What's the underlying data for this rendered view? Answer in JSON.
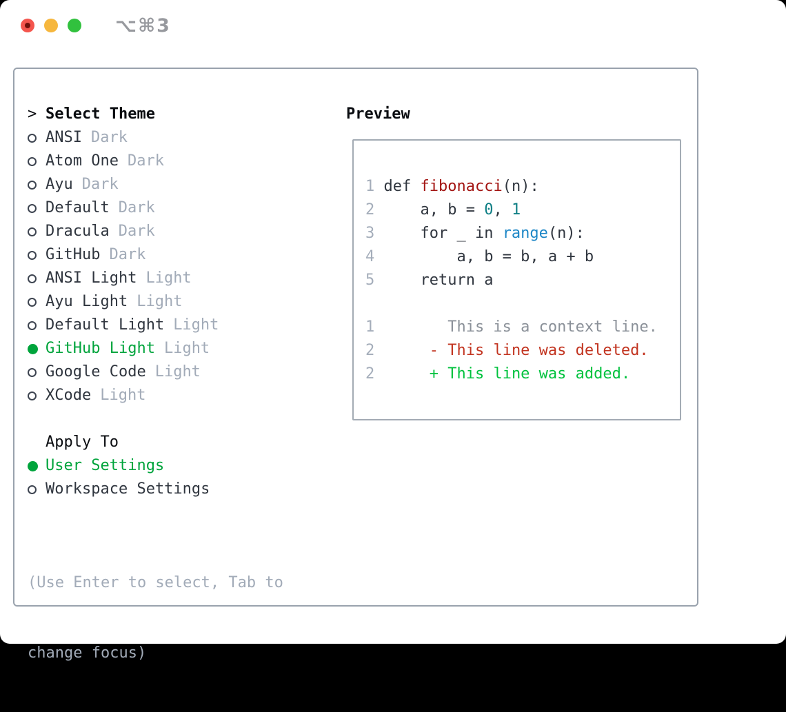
{
  "window": {
    "title_shortcut": "⌥⌘3"
  },
  "picker": {
    "prompt": ">",
    "title": "Select Theme",
    "themes": [
      {
        "name": "ANSI",
        "tag": "Dark",
        "selected": false
      },
      {
        "name": "Atom One",
        "tag": "Dark",
        "selected": false
      },
      {
        "name": "Ayu",
        "tag": "Dark",
        "selected": false
      },
      {
        "name": "Default",
        "tag": "Dark",
        "selected": false
      },
      {
        "name": "Dracula",
        "tag": "Dark",
        "selected": false
      },
      {
        "name": "GitHub",
        "tag": "Dark",
        "selected": false
      },
      {
        "name": "ANSI Light",
        "tag": "Light",
        "selected": false
      },
      {
        "name": "Ayu Light",
        "tag": "Light",
        "selected": false
      },
      {
        "name": "Default Light",
        "tag": "Light",
        "selected": false
      },
      {
        "name": "GitHub Light",
        "tag": "Light",
        "selected": true
      },
      {
        "name": "Google Code",
        "tag": "Light",
        "selected": false
      },
      {
        "name": "XCode",
        "tag": "Light",
        "selected": false
      }
    ],
    "apply_to_title": "Apply To",
    "apply_options": [
      {
        "name": "User Settings",
        "selected": true
      },
      {
        "name": "Workspace Settings",
        "selected": false
      }
    ],
    "hint_line1": "(Use Enter to select, Tab to",
    "hint_line2": "change focus)"
  },
  "preview": {
    "title": "Preview",
    "code_lines": [
      {
        "num": "1",
        "segments": [
          [
            " def ",
            "plain"
          ],
          [
            "fibonacci",
            "func"
          ],
          [
            "(n):",
            "plain"
          ]
        ]
      },
      {
        "num": "2",
        "segments": [
          [
            "     a, b = ",
            "plain"
          ],
          [
            "0",
            "number"
          ],
          [
            ", ",
            "plain"
          ],
          [
            "1",
            "number"
          ]
        ]
      },
      {
        "num": "3",
        "segments": [
          [
            "     for _ in ",
            "plain"
          ],
          [
            "range",
            "builtin"
          ],
          [
            "(n):",
            "plain"
          ]
        ]
      },
      {
        "num": "4",
        "segments": [
          [
            "         a, b = b, a + b",
            "plain"
          ]
        ]
      },
      {
        "num": "5",
        "segments": [
          [
            "     return a",
            "plain"
          ]
        ]
      }
    ],
    "diff_lines": [
      {
        "num": "1",
        "segments": [
          [
            "        This is a context line.",
            "ctx"
          ]
        ]
      },
      {
        "num": "2",
        "segments": [
          [
            "      ",
            "plain"
          ],
          [
            "- This line was deleted.",
            "del"
          ]
        ]
      },
      {
        "num": "2",
        "segments": [
          [
            "      ",
            "plain"
          ],
          [
            "+ This line was added.",
            "add"
          ]
        ]
      }
    ]
  },
  "colors": {
    "text_main": "#30363f",
    "heading": "#0a0c10",
    "tag_gray": "#a2abb8",
    "lineno": "#a4adba",
    "ring": "#3d4450",
    "sel_green": "#00a43c",
    "add_green": "#00c23e",
    "del_red": "#c23420",
    "ctx_gray": "#8b9199",
    "func_red": "#a31513",
    "num_teal": "#0d7e84",
    "builtin_blue": "#1c86c6",
    "panel_border": "#99a2ad",
    "preview_border": "#a3abb4",
    "title_gray": "#97999e",
    "tl_red": "#f4554d",
    "tl_red_dot": "#71100a",
    "tl_yellow": "#f6b73e",
    "tl_green": "#31c13e"
  }
}
